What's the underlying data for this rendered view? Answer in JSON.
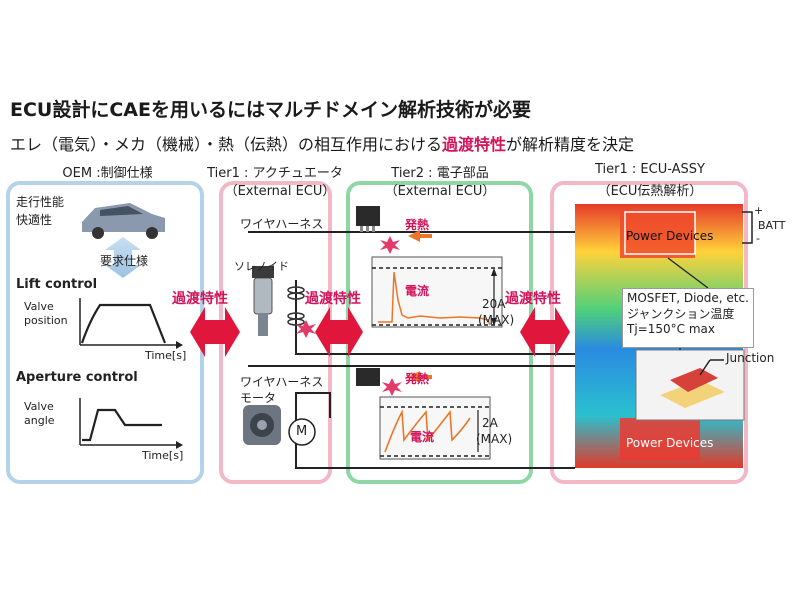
{
  "title": "ECU設計にCAEを用いるにはマルチドメイン解析技術が必要",
  "subtitle": {
    "before": "エレ（電気）・メカ（機械）・熱（伝熱）の相互作用における",
    "highlight": "過渡特性",
    "after": "が解析精度を決定"
  },
  "oem": {
    "header": "OEM :制御仕様",
    "car_labels": [
      "走行性能",
      "快適性"
    ],
    "requirement": "要求仕様",
    "lift": {
      "title": "Lift control",
      "ylabel": [
        "Valve",
        "position"
      ],
      "xlabel": "Time[s]"
    },
    "aperture": {
      "title": "Aperture control",
      "ylabel": [
        "Valve",
        "angle"
      ],
      "xlabel": "Time[s]"
    }
  },
  "tier1_actuator": {
    "header": "Tier1 : アクチュエータ",
    "sub": "（External ECU）",
    "harness_top": "ワイヤハーネス",
    "solenoid": "ソレノイド",
    "harness_bottom": "ワイヤハーネス",
    "motor": "モータ",
    "motor_symbol": "M"
  },
  "tier2": {
    "header": "Tier2 : 電子部品",
    "sub": "（External ECU）",
    "heat_top": "発熱",
    "heat_bottom": "発熱",
    "current_top": "電流",
    "current_bottom": "電流",
    "max_top": [
      "20A",
      "(MAX)"
    ],
    "max_bottom": [
      "2A",
      "(MAX)"
    ]
  },
  "ecu": {
    "header": "Tier1 : ECU-ASSY",
    "sub": "（ECU伝熱解析）",
    "batt": "BATT",
    "plus": "+",
    "minus": "-",
    "power_top": "Power Devices",
    "power_bottom": "Power Devices",
    "mosfet": [
      "MOSFET, Diode, etc.",
      "ジャンクション温度",
      "Tj=150°C max"
    ],
    "junction": "Junction"
  },
  "transient": [
    "過渡特性",
    "過渡特性",
    "過渡特性"
  ],
  "colors": {
    "accent": "#d4145a",
    "blue": "#b4d2ea",
    "pink": "#f2b8c6",
    "green": "#8fd6a6",
    "orange": "#e8772a"
  }
}
